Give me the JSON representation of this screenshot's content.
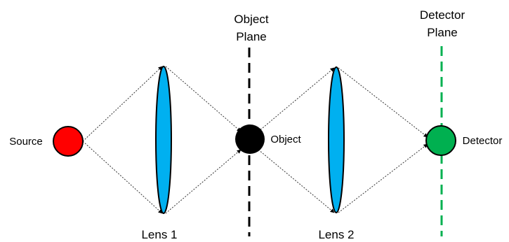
{
  "labels": {
    "source": "Source",
    "lens1": "Lens 1",
    "object_plane_line1": "Object",
    "object_plane_line2": "Plane",
    "object": "Object",
    "lens2": "Lens 2",
    "detector_plane_line1": "Detector",
    "detector_plane_line2": "Plane",
    "detector": "Detector"
  },
  "colors": {
    "source": "#ff0000",
    "lens": "#00b0f0",
    "object": "#000000",
    "detector": "#00b050",
    "detector_plane_line": "#00b050",
    "object_plane_line": "#000000",
    "rays": "#333333"
  }
}
